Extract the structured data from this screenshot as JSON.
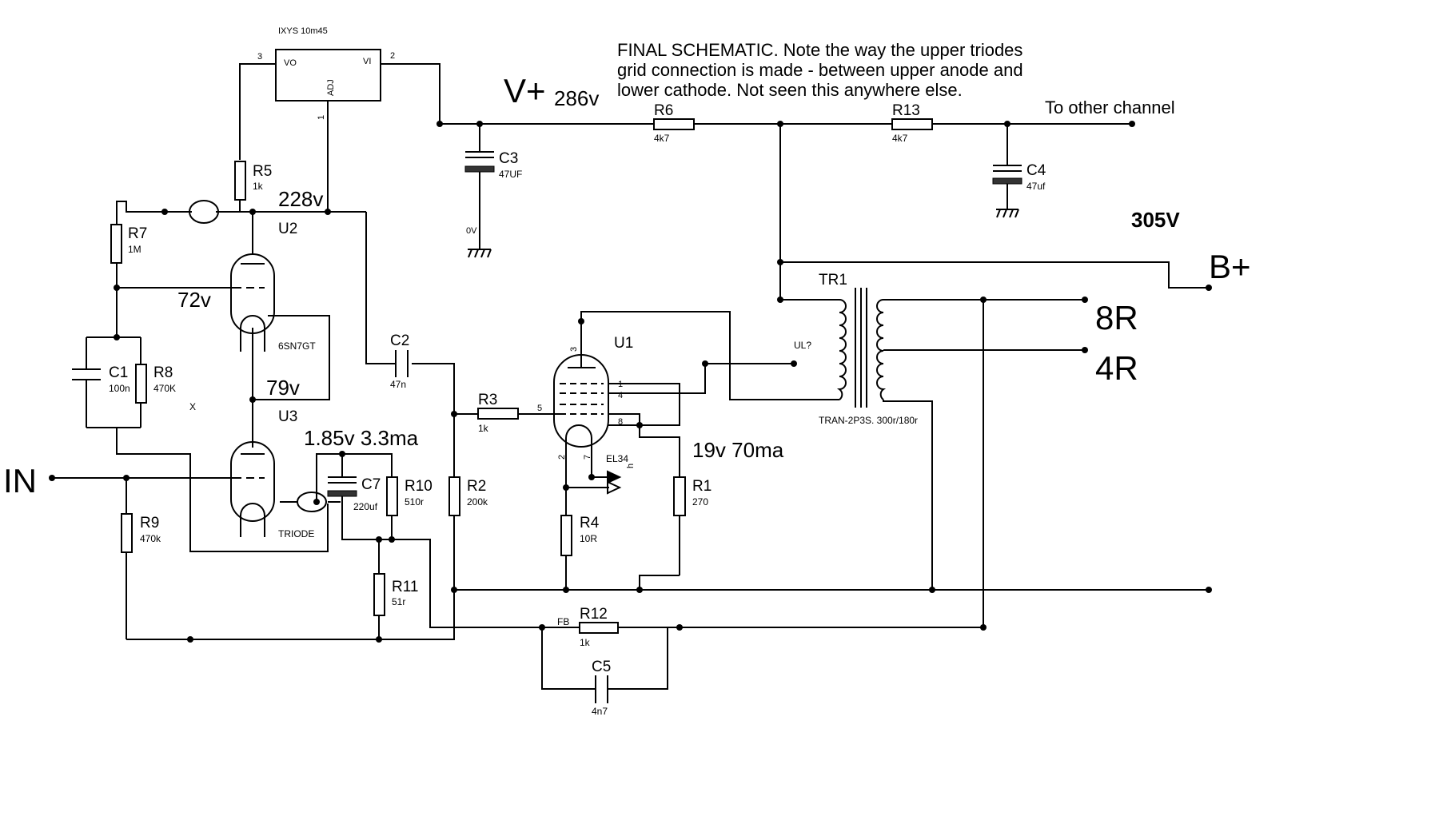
{
  "title_note": {
    "line1": "FINAL SCHEMATIC. Note the way the upper triodes",
    "line2": "grid connection is made - between upper anode and",
    "line3": "lower cathode. Not seen this anywhere else."
  },
  "regulator": {
    "name": "IXYS 10m45",
    "pin_vo": "VO",
    "pin_vi": "VI",
    "pin_adj": "ADJ",
    "pin3": "3",
    "pin2": "2",
    "pin1": "1"
  },
  "rails": {
    "vplus": "V+",
    "vplus_volts": "286v",
    "volts_228": "228v",
    "volts_305": "305V",
    "bplus": "B+",
    "to_other": "To other channel",
    "zero_v": "0V"
  },
  "tubes": {
    "u2": "U2",
    "u3": "U3",
    "u2_type": "6SN7GT",
    "u3_note": "TRIODE",
    "u1": "U1",
    "u1_type": "EL34",
    "u1_heater": "h",
    "v72": "72v",
    "v79": "79v",
    "v185": "1.85v 3.3ma",
    "v19": "19v 70ma"
  },
  "u1_pins": {
    "p1": "1",
    "p4": "4",
    "p5": "5",
    "p8": "8",
    "p2": "2",
    "p7": "7",
    "p3": "3"
  },
  "transformer": {
    "name": "TR1",
    "type": "TRAN-2P3S. 300r/180r",
    "ul": "UL?",
    "out8": "8R",
    "out4": "4R"
  },
  "io": {
    "in": "IN",
    "x_mark": "X",
    "fb": "FB"
  },
  "components": {
    "r1": {
      "name": "R1",
      "value": "270"
    },
    "r2": {
      "name": "R2",
      "value": "200k"
    },
    "r3": {
      "name": "R3",
      "value": "1k"
    },
    "r4": {
      "name": "R4",
      "value": "10R"
    },
    "r5": {
      "name": "R5",
      "value": "1k"
    },
    "r6": {
      "name": "R6",
      "value": "4k7"
    },
    "r7": {
      "name": "R7",
      "value": "1M"
    },
    "r8": {
      "name": "R8",
      "value": "470K"
    },
    "r9": {
      "name": "R9",
      "value": "470k"
    },
    "r10": {
      "name": "R10",
      "value": "510r"
    },
    "r11": {
      "name": "R11",
      "value": "51r"
    },
    "r12": {
      "name": "R12",
      "value": "1k"
    },
    "r13": {
      "name": "R13",
      "value": "4k7"
    },
    "c1": {
      "name": "C1",
      "value": "100n"
    },
    "c2": {
      "name": "C2",
      "value": "47n"
    },
    "c3": {
      "name": "C3",
      "value": "47UF"
    },
    "c4": {
      "name": "C4",
      "value": "47uf"
    },
    "c5": {
      "name": "C5",
      "value": "4n7"
    },
    "c7": {
      "name": "C7",
      "value": "220uf"
    }
  }
}
